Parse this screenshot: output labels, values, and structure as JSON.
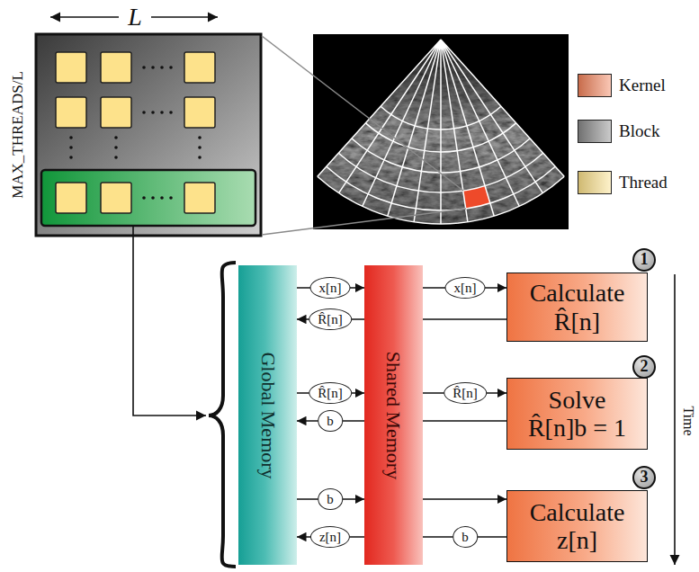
{
  "diagram": {
    "nodes": [
      {
        "text": [
          "Global Memory"
        ]
      },
      {
        "text": [
          "Shared Memory"
        ]
      },
      {
        "text": [
          "Calculate R̂[n]"
        ]
      },
      {
        "text": [
          "Solve R̂[n]b = 1"
        ]
      },
      {
        "text": [
          "Calculate z[n]"
        ]
      }
    ],
    "edges": [
      {
        "from": 0,
        "to": 1,
        "label": "x[n]",
        "arrow": "to"
      },
      {
        "from": 1,
        "to": 2,
        "label": "x[n]",
        "arrow": "to"
      },
      {
        "from": 2,
        "to": 0,
        "label": "R̂[n]",
        "arrow": "to"
      },
      {
        "from": 0,
        "to": 1,
        "label": "R̂[n]",
        "arrow": "to"
      },
      {
        "from": 1,
        "to": 3,
        "label": "R̂[n]",
        "arrow": "to"
      },
      {
        "from": 3,
        "to": 0,
        "label": "b",
        "arrow": "to"
      },
      {
        "from": 0,
        "to": 1,
        "label": "b",
        "arrow": "to"
      },
      {
        "from": 1,
        "to": 4,
        "arrow": "to"
      },
      {
        "from": 4,
        "to": 0,
        "label": "z[n]",
        "arrow": "to"
      }
    ],
    "labels": [
      "L",
      "MAX_THREADS/L",
      "1",
      "2",
      "3",
      "b",
      "Time"
    ],
    "legend": [
      {
        "text": "Kernel",
        "color": "#f4845c"
      },
      {
        "text": "Block",
        "color": "#8a8a8a"
      },
      {
        "text": "Thread",
        "color": "#fde28b"
      }
    ]
  }
}
